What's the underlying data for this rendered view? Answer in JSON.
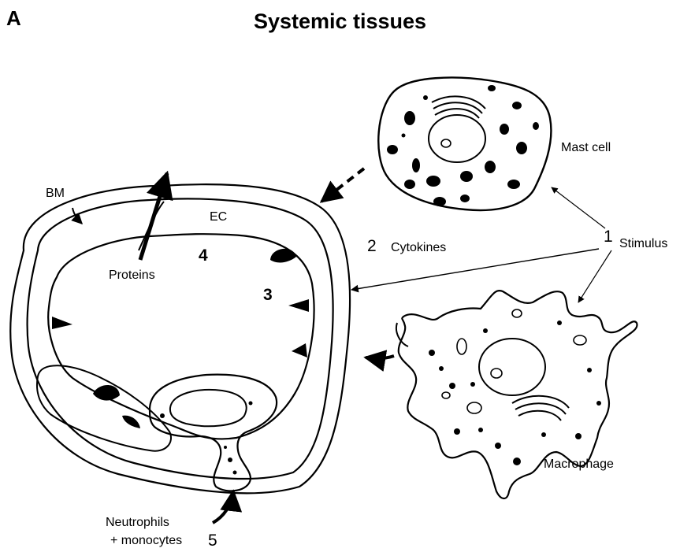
{
  "panel_letter": "A",
  "title": "Systemic tissues",
  "labels": {
    "bm": "BM",
    "ec": "EC",
    "proteins": "Proteins",
    "mast_cell": "Mast cell",
    "macrophage": "Macrophage",
    "stimulus": "Stimulus",
    "cytokines": "Cytokines",
    "neutrophils_line1": "Neutrophils",
    "neutrophils_line2": "+ monocytes"
  },
  "steps": {
    "s1": "1",
    "s2": "2",
    "s3": "3",
    "s4": "4",
    "s5": "5"
  }
}
